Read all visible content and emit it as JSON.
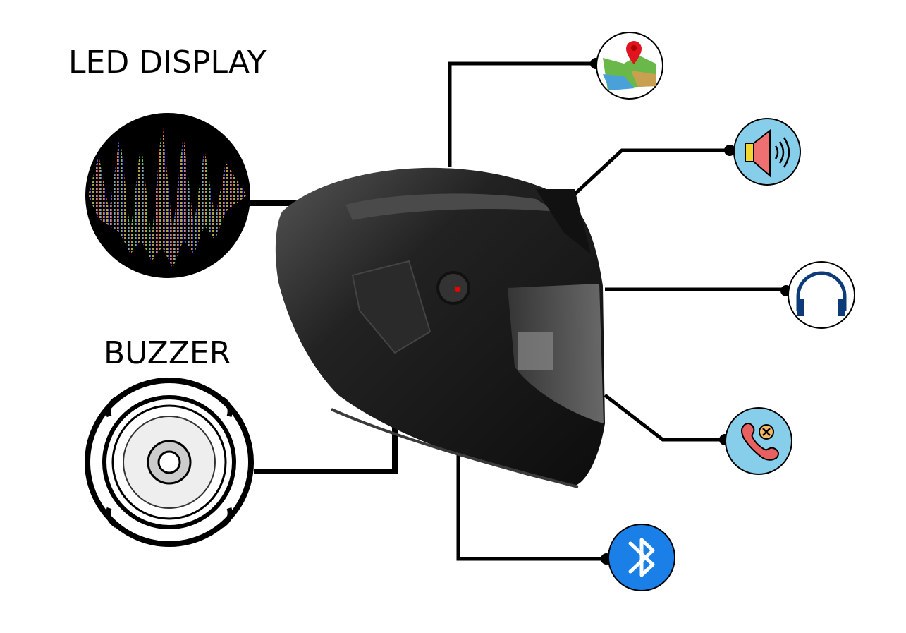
{
  "labels": {
    "led_display": "LED DISPLAY",
    "buzzer": "BUZZER"
  },
  "components": [
    {
      "id": "led-display",
      "icon": "equalizer-icon"
    },
    {
      "id": "buzzer",
      "icon": "speaker-driver-icon"
    },
    {
      "id": "navigation",
      "icon": "map-pin-icon"
    },
    {
      "id": "audio",
      "icon": "speaker-volume-icon",
      "background": "#87ceeb"
    },
    {
      "id": "headphones",
      "icon": "headphones-icon",
      "color": "#0d3b7a"
    },
    {
      "id": "call-reject",
      "icon": "phone-reject-icon",
      "background": "#87ceeb"
    },
    {
      "id": "bluetooth",
      "icon": "bluetooth-icon",
      "background": "#1a7fe6"
    }
  ],
  "colors": {
    "helmet": "#1e1e1e",
    "connector": "#000000",
    "icon_bg_light_blue": "#87ceeb",
    "bluetooth_blue": "#1a7fe6"
  }
}
